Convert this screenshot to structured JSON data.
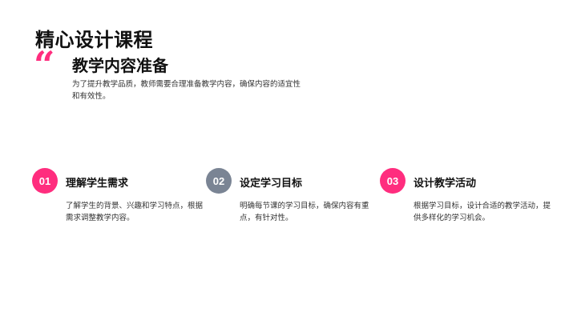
{
  "page": {
    "title": "精心设计课程"
  },
  "section": {
    "quote_icon": "left-double-quote-icon",
    "quote_glyph": "“",
    "heading": "教学内容准备",
    "description": "为了提升教学品质，教师需要合理准备教学内容，确保内容的适宜性和有效性。"
  },
  "colors": {
    "accent_pink": "#ff2d7e",
    "accent_gray": "#7a8494",
    "text_dark": "#111111"
  },
  "cards": [
    {
      "number": "01",
      "title": "理解学生需求",
      "description": "了解学生的背景、兴趣和学习特点，根据需求调整教学内容。",
      "badge_color": "#ff2d7e"
    },
    {
      "number": "02",
      "title": "设定学习目标",
      "description": "明确每节课的学习目标，确保内容有重点，有针对性。",
      "badge_color": "#7a8494"
    },
    {
      "number": "03",
      "title": "设计教学活动",
      "description": "根据学习目标，设计合适的教学活动，提供多样化的学习机会。",
      "badge_color": "#ff2d7e"
    }
  ]
}
